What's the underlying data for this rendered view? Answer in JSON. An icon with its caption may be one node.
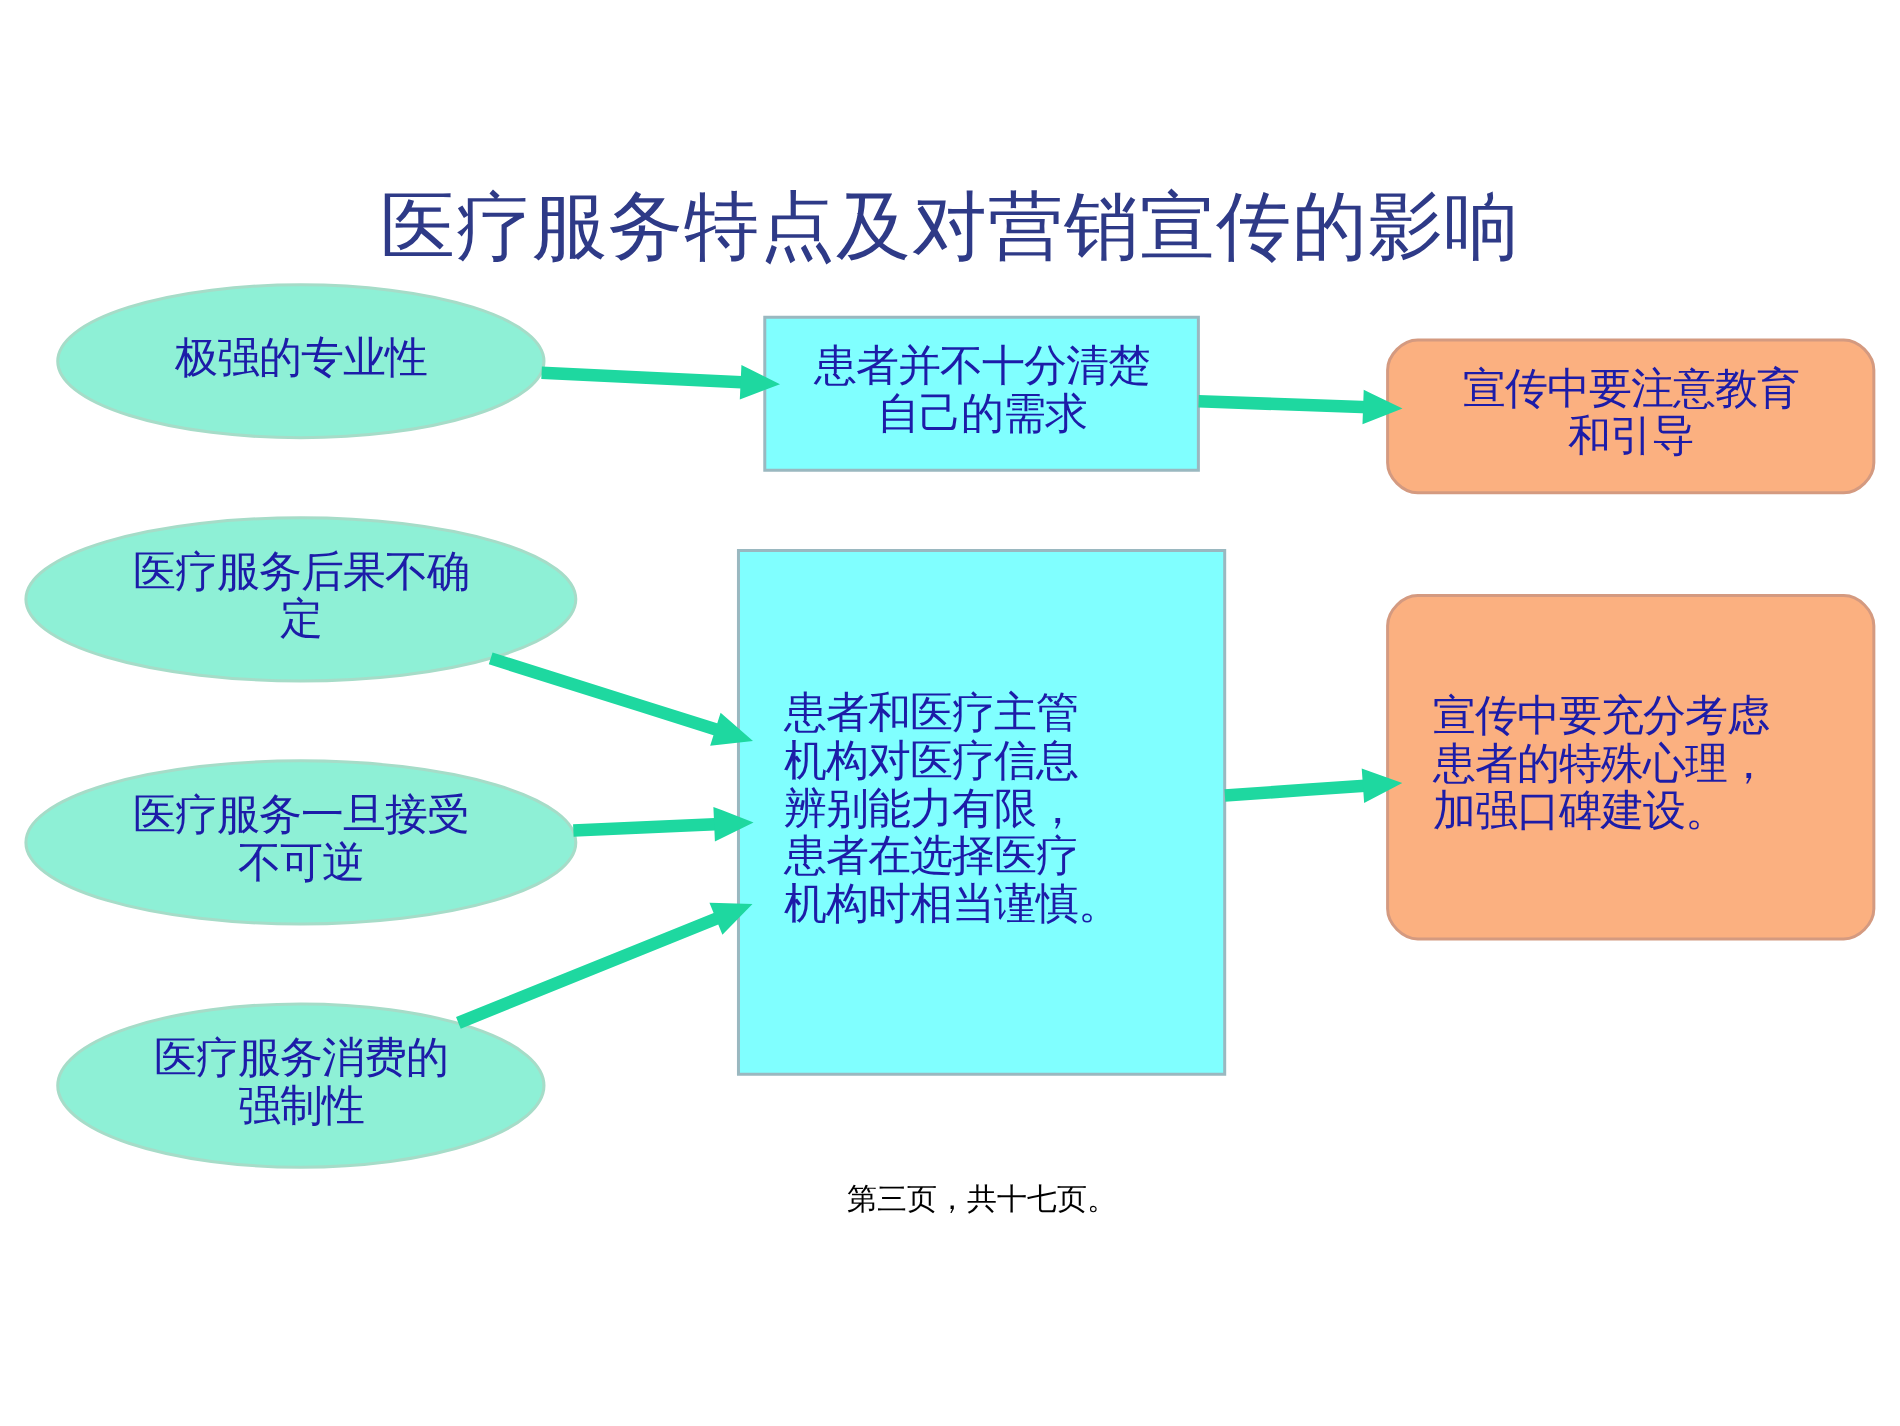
{
  "diagram": {
    "title": "医疗服务特点及对营销宣传的影响",
    "nodes": [
      {
        "text": [
          "极强的专业性"
        ]
      },
      {
        "text": [
          "患者并不十分清楚自己的需求"
        ]
      },
      {
        "text": [
          "宣传中要注意教育和引导"
        ]
      },
      {
        "text": [
          "医疗服务后果不确定"
        ]
      },
      {
        "text": [
          "医疗服务一旦接受不可逆"
        ]
      },
      {
        "text": [
          "医疗服务消费的强制性"
        ]
      },
      {
        "text": [
          "患者和医疗主管机构对医疗信息辨别能力有限，患者在选择医疗机构时相当谨慎。"
        ]
      },
      {
        "text": [
          "宣传中要充分考虑患者的特殊心理，加强口碑建设。"
        ]
      }
    ],
    "edges": [
      {
        "from": 0,
        "to": 1,
        "arrow": "to"
      },
      {
        "from": 1,
        "to": 2,
        "arrow": "to"
      },
      {
        "from": 3,
        "to": 6,
        "arrow": "to"
      },
      {
        "from": 4,
        "to": 6,
        "arrow": "to"
      },
      {
        "from": 5,
        "to": 6,
        "arrow": "to"
      },
      {
        "from": 6,
        "to": 7,
        "arrow": "to"
      }
    ],
    "labels": [
      "第三页，共十七页。"
    ]
  }
}
